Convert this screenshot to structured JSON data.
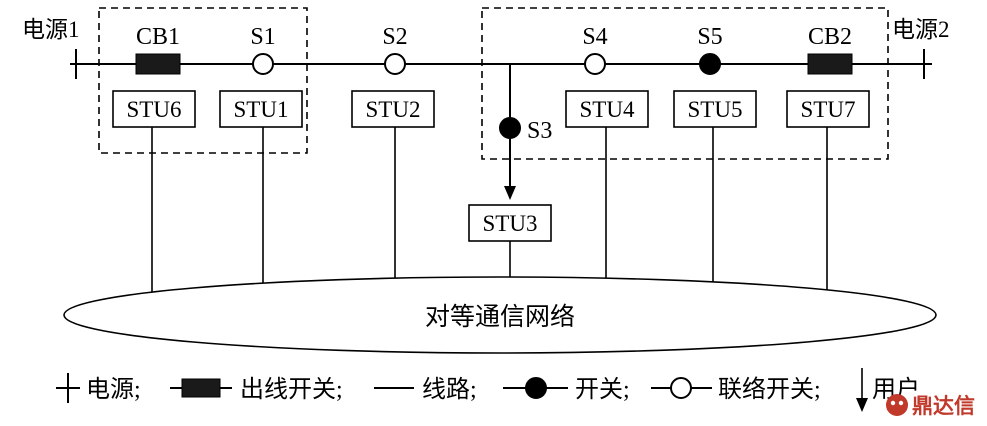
{
  "sources": {
    "left": "电源1",
    "right": "电源2"
  },
  "devices": {
    "cb1": "CB1",
    "s1": "S1",
    "s2": "S2",
    "s3": "S3",
    "s4": "S4",
    "s5": "S5",
    "cb2": "CB2"
  },
  "stus": {
    "stu1": "STU1",
    "stu2": "STU2",
    "stu3": "STU3",
    "stu4": "STU4",
    "stu5": "STU5",
    "stu6": "STU6",
    "stu7": "STU7"
  },
  "network_label": "对等通信网络",
  "legend": {
    "power": "电源;",
    "feeder_switch": "出线开关;",
    "line": "线路;",
    "switch": "开关;",
    "tie_switch": "联络开关;",
    "user": "用户"
  },
  "watermark": "鼎达信"
}
